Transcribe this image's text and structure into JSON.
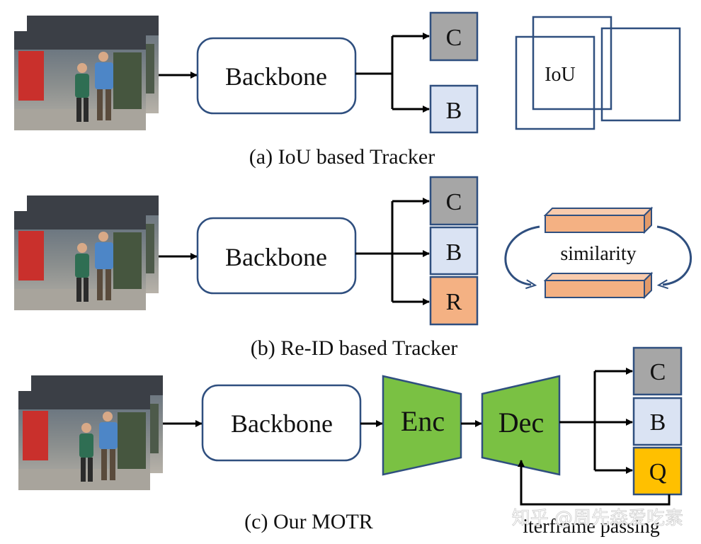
{
  "colors": {
    "outline": "#2f4f7f",
    "cls_fill": "#a6a6a6",
    "box_fill": "#dae3f3",
    "reid_fill": "#f4b183",
    "query_fill": "#ffc000",
    "encdec_fill": "#7ac143",
    "arrow": "#000000"
  },
  "panels": {
    "a": {
      "caption": "(a) IoU based Tracker",
      "backbone": "Backbone",
      "heads": [
        "C",
        "B"
      ],
      "iou_label": "IoU"
    },
    "b": {
      "caption": "(b) Re-ID based Tracker",
      "backbone": "Backbone",
      "heads": [
        "C",
        "B",
        "R"
      ],
      "similarity_label": "similarity"
    },
    "c": {
      "caption": "(c) Our MOTR",
      "backbone": "Backbone",
      "encoder": "Enc",
      "decoder": "Dec",
      "heads": [
        "C",
        "B",
        "Q"
      ],
      "feedback_label": "iterframe passing"
    }
  },
  "watermark": "知乎 @周先森爱吃素"
}
